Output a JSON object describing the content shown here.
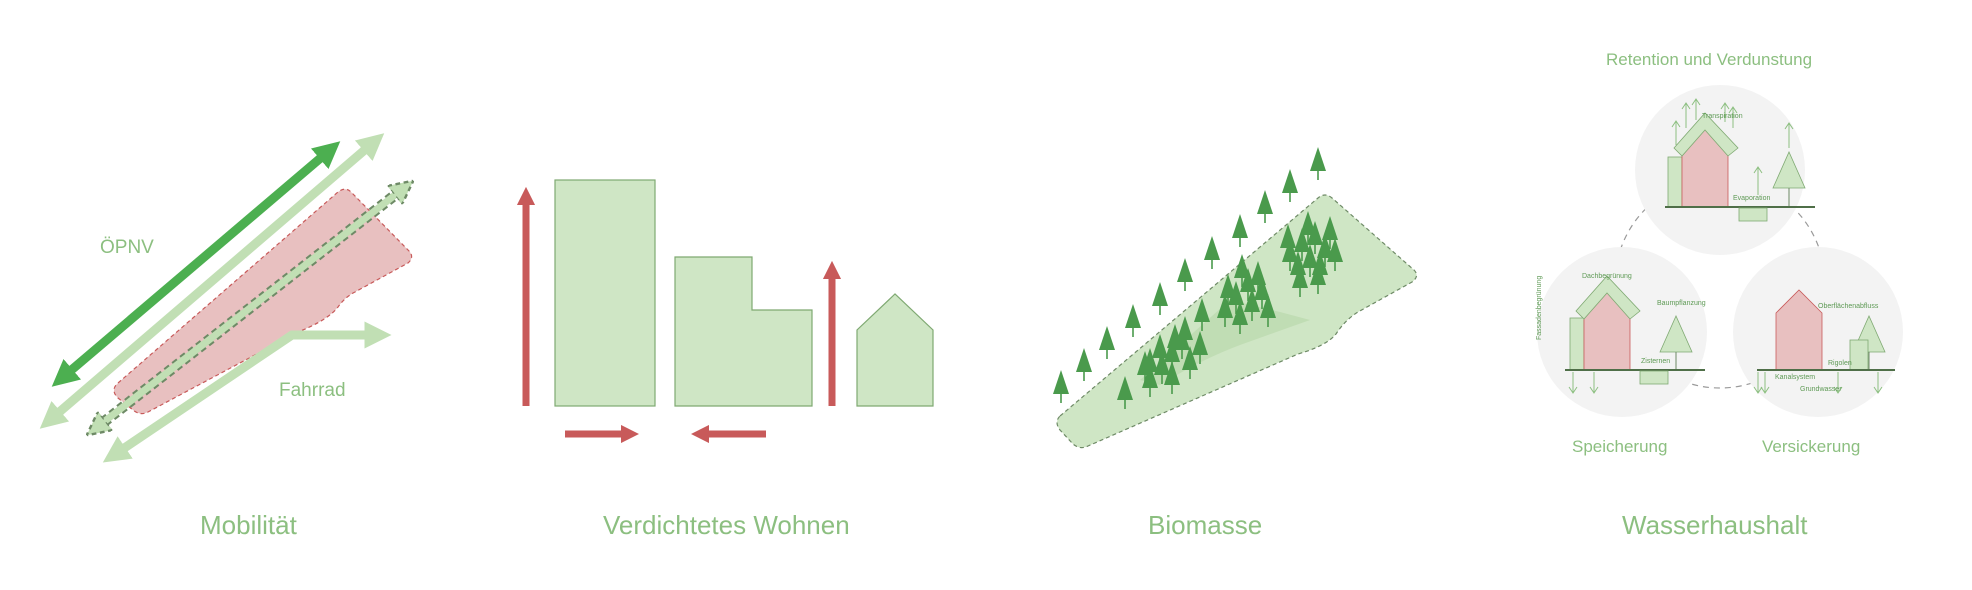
{
  "colors": {
    "green_dark": "#4caf50",
    "green_light": "#c1dfb4",
    "green_fill": "#cfe6c5",
    "green_stroke": "#7fa972",
    "red": "#c85a5a",
    "red_fill": "#e8c0c0",
    "text": "#8cbf80",
    "circle_bg": "#f3f3f3"
  },
  "panels": {
    "mobilitaet": {
      "title": "Mobilität",
      "label_oepnv": "ÖPNV",
      "label_fahrrad": "Fahrrad"
    },
    "wohnen": {
      "title": "Verdichtetes Wohnen"
    },
    "biomasse": {
      "title": "Biomasse"
    },
    "wasser": {
      "title": "Wasserhaushalt",
      "retention": "Retention und Verdunstung",
      "speicherung": "Speicherung",
      "versickerung": "Versickerung",
      "top_labels": {
        "transpiration": "Transpiration",
        "evaporation": "Evaporation"
      },
      "left_labels": {
        "dachbegruenung": "Dachbegrünung",
        "fassadenbegruenung": "Fassadenbegrünung",
        "baumpflanzung": "Baumpflanzung",
        "zisternen": "Zisternen"
      },
      "right_labels": {
        "oberflaechenabfluss": "Oberflächenabfluss",
        "rigolen": "Rigolen",
        "kanalsystem": "Kanalsystem",
        "grundwasser": "Grundwasser"
      }
    }
  }
}
